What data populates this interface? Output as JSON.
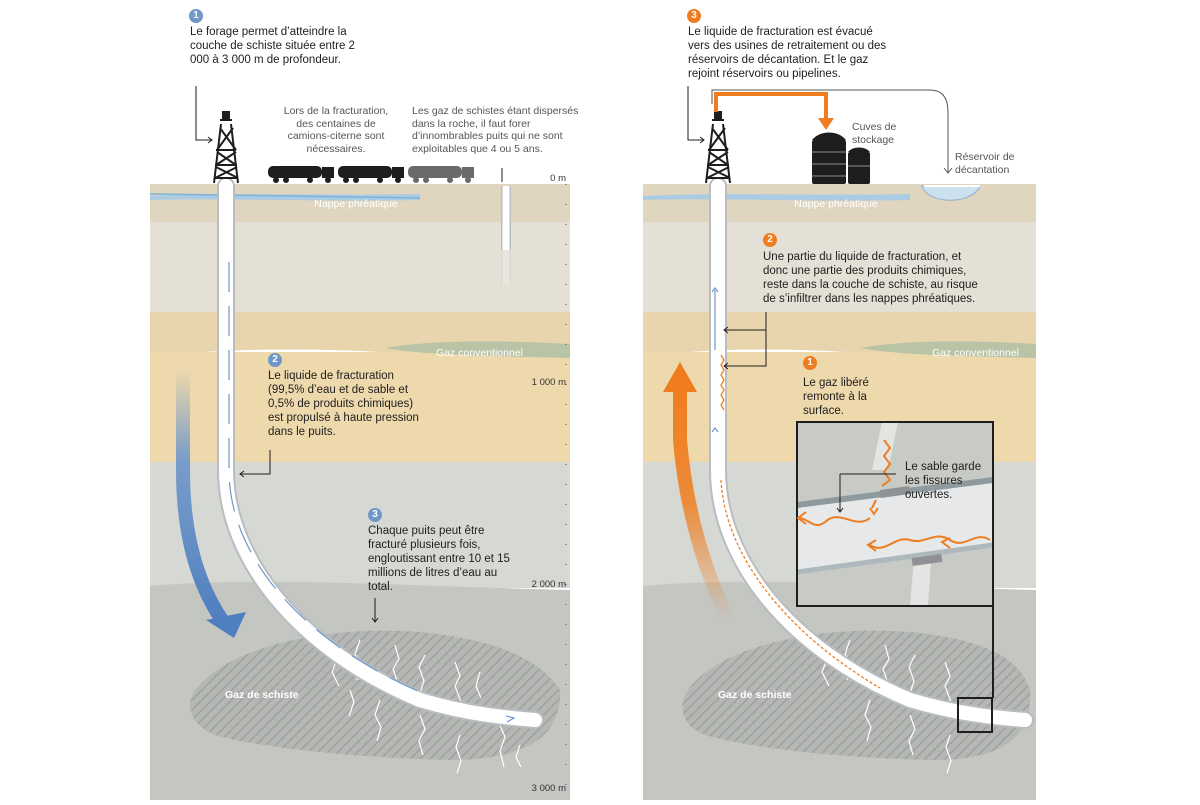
{
  "left_panel": {
    "step1": {
      "number": "1",
      "text": "Le forage permet d’atteindre la couche de schiste située entre 2 000 à 3 000 m de profondeur."
    },
    "trucks_note": "Lors de la fracturation, des centaines de camions-citerne sont nécessaires.",
    "wells_note": "Les gaz de schistes étant dispersés dans la roche, il faut forer d’innombrables puits qui ne sont exploitables que 4 ou 5 ans.",
    "step2": {
      "number": "2",
      "text": "Le liquide de fracturation (99,5% d’eau et de sable et 0,5% de produits chimiques) est propulsé à haute pression dans le puits."
    },
    "step3": {
      "number": "3",
      "text": "Chaque puits peut être fracturé plusieurs fois, engloutissant entre 10 et 15 millions de litres d’eau au total."
    },
    "labels": {
      "nappe": "Nappe phréatique",
      "gaz_conventionnel": "Gaz conventionnel",
      "gaz_schiste": "Gaz de schiste"
    },
    "depth_scale": [
      "0 m",
      "1 000 m",
      "2 000 m",
      "3 000 m"
    ]
  },
  "right_panel": {
    "step3": {
      "number": "3",
      "text": "Le liquide de fracturation est évacué vers des usines de retraitement ou des réservoirs de décantation. Et le gaz rejoint réservoirs ou pipelines."
    },
    "cuves": "Cuves de stockage",
    "reservoir": "Réservoir de décantation",
    "step2": {
      "number": "2",
      "text": "Une partie du liquide de fracturation, et donc une partie des produits chimiques, reste dans la couche de schiste, au risque de s’infiltrer dans les nappes phréatiques."
    },
    "step1": {
      "number": "1",
      "text": "Le gaz libéré remonte à la surface."
    },
    "inset_note": "Le sable garde les fissures ouvertes.",
    "labels": {
      "nappe": "Nappe phréatique",
      "gaz_conventionnel": "Gaz conventionnel",
      "gaz_schiste": "Gaz de schiste"
    }
  },
  "colors": {
    "blue": "#6f97c9",
    "orange": "#ef7d1f",
    "sand": "#e9d6ad",
    "rock": "#c9cbc7"
  }
}
